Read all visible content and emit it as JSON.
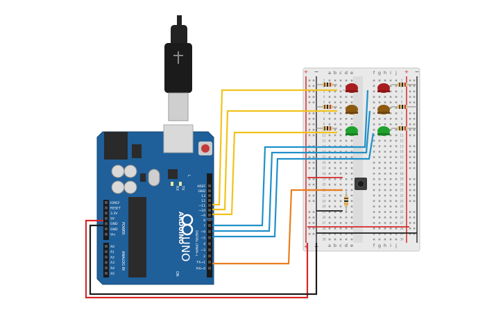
{
  "colors": {
    "board_blue": "#1f5f9a",
    "wire_yellow": "#f2c21b",
    "wire_blue": "#1e90c8",
    "wire_orange": "#ec7d1c",
    "wire_red": "#d62728",
    "wire_black": "#1a1a1a",
    "led_red": "#a81d1d",
    "led_amber": "#8e5a12",
    "led_green": "#1fa12e",
    "breadboard": "#e9e9e9"
  },
  "arduino": {
    "brand": "ARDUINO",
    "model": "UNO",
    "on_label": "ON",
    "tx_label": "TX",
    "rx_label": "RX",
    "l_label": "L",
    "power_header_title": "POWER",
    "analog_header_title": "ANALOG IN",
    "digital_header_title": "DIGITAL (PWM~)",
    "power_pins": [
      "IOREF",
      "RESET",
      "3.3V",
      "5V",
      "GND",
      "GND",
      "Vin"
    ],
    "analog_pins": [
      "A0",
      "A1",
      "A2",
      "A3",
      "A4",
      "A5"
    ],
    "digital_pins_top": [
      "AREF",
      "GND",
      "13",
      "12",
      "~11",
      "~10",
      "~9",
      "8"
    ],
    "digital_pins_bottom": [
      "7",
      "~6",
      "~5",
      "4",
      "~3",
      "2",
      "TX→1",
      "RX←0"
    ]
  },
  "breadboard": {
    "plus_label": "+",
    "minus_label": "−",
    "columns_left": [
      "a",
      "b",
      "c",
      "d",
      "e"
    ],
    "columns_right": [
      "f",
      "g",
      "h",
      "i",
      "j"
    ],
    "row_numbers": [
      "1",
      "2",
      "3",
      "4",
      "5",
      "6",
      "7",
      "8",
      "9",
      "10",
      "11",
      "12",
      "13",
      "14",
      "15",
      "16",
      "17",
      "18",
      "19",
      "20",
      "21",
      "22",
      "23",
      "24",
      "25",
      "26",
      "27",
      "28",
      "29",
      "30"
    ]
  },
  "components": {
    "leds_left": [
      "led_red",
      "led_amber",
      "led_green"
    ],
    "leds_right": [
      "led_red",
      "led_amber",
      "led_green"
    ]
  }
}
